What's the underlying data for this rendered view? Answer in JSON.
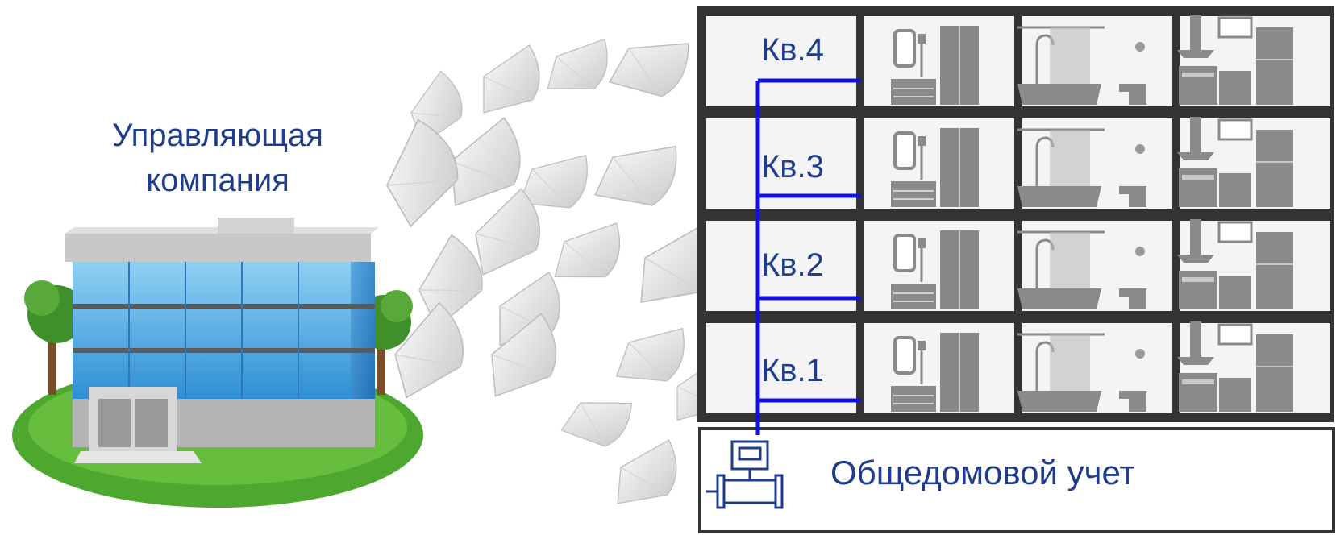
{
  "company": {
    "label_line1": "Управляющая",
    "label_line2": "компания"
  },
  "apartments": [
    "Кв.4",
    "Кв.3",
    "Кв.2",
    "Кв.1"
  ],
  "meter": {
    "label": "Общедомовой учет"
  },
  "colors": {
    "text": "#1f3d8a",
    "pipe": "#1010e6",
    "grass": "#4ea72e",
    "glass": "#5aa8e0",
    "frame": "#333333",
    "room_bg": "#f4f4f4",
    "furniture": "#8a8a8a"
  },
  "icons": {
    "company": "office-building-icon",
    "documents": "paper-sheets-icon",
    "meter": "flow-meter-icon",
    "furniture": [
      "wardrobe-icon",
      "bathtub-icon",
      "toilet-icon",
      "stove-icon",
      "fridge-icon"
    ]
  }
}
